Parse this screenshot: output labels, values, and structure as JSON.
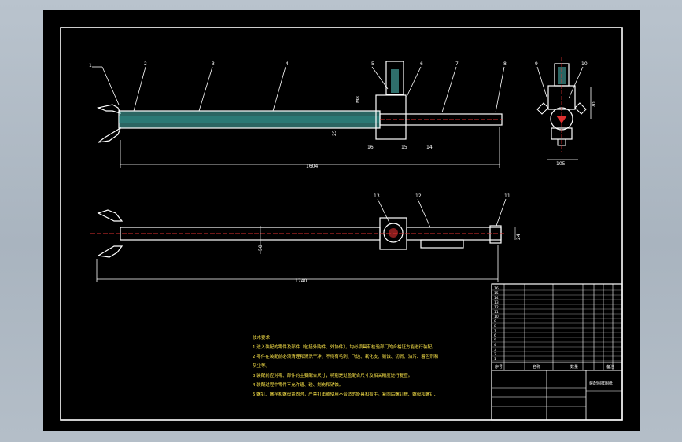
{
  "drawing": {
    "part_labels_top": [
      "1",
      "2",
      "3",
      "4",
      "5",
      "6",
      "7",
      "8",
      "9",
      "10"
    ],
    "part_labels_bottom_left": [
      "16",
      "15",
      "14"
    ],
    "part_labels_plan": [
      "13",
      "12",
      "11"
    ],
    "dims": {
      "overall_top": "1604",
      "overall_plan": "1740",
      "side_width": "105",
      "side_height": "70",
      "small_a": "M8",
      "small_b": "25",
      "plan_side": "24",
      "plan_mid": "50"
    }
  },
  "tech_req": {
    "title": "技术要求",
    "lines": [
      "1.进入装配的零件及部件（包括外购件、外协件），均必须具有检验部门的合格证方能进行装配。",
      "2.零件在装配前必须清理和清洗干净，不得有毛刺、飞边、氧化皮、锈蚀、切屑、油污、着色剂和",
      "灰尘等。",
      "3.装配前应对零、部件的主要配合尺寸，特别是过盈配合尺寸及相关精度进行复查。",
      "4.装配过程中零件不允许磕、碰、划伤和锈蚀。",
      "5.螺钉、螺栓和螺母紧固时，严禁打击或使用不合适的旋具和扳手。紧固后螺钉槽、螺母和螺钉、"
    ]
  },
  "title_block": {
    "header_seq": "序号",
    "header_name": "名称",
    "header_qty": "数量",
    "header_note": "备注",
    "drawing_title": "装配图样图纸",
    "rows": [
      "16",
      "15",
      "14",
      "13",
      "12",
      "11",
      "10",
      "9",
      "8",
      "7",
      "6",
      "5",
      "4",
      "3",
      "2",
      "1"
    ]
  }
}
